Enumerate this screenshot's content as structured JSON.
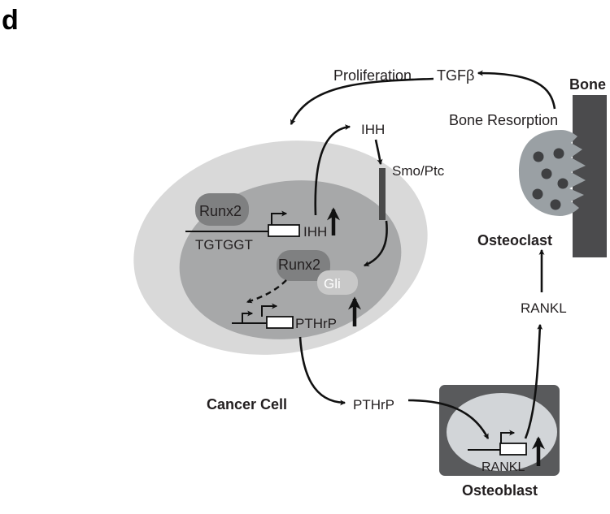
{
  "panel_label": "d",
  "labels": {
    "proliferation": "Proliferation",
    "tgfb": "TGFβ",
    "bone": "Bone",
    "bone_resorption": "Bone Resorption",
    "ihh_top": "IHH",
    "smo_ptc": "Smo/Ptc",
    "runx2_upper": "Runx2",
    "tgtggt": "TGTGGT",
    "ihh_gene": "IHH",
    "runx2_lower": "Runx2",
    "gli": "Gli",
    "pthrp_gene": "PTHrP",
    "osteoclast": "Osteoclast",
    "rankl_mid": "RANKL",
    "cancer_cell": "Cancer Cell",
    "pthrp_secreted": "PTHrP",
    "rankl_gene": "RANKL",
    "osteoblast": "Osteoblast"
  },
  "colors": {
    "cell_outer": "#d9d9d9",
    "cell_inner": "#a7a8a9",
    "runx2_blob": "#7f8081",
    "gli_blob": "#c8c8c8",
    "bone": "#4b4b4d",
    "osteoclast": "#9aa0a4",
    "osteoclast_dots": "#3f4042",
    "osteoblast_box": "#595a5c",
    "osteoblast_inner": "#d2d5d8",
    "receptor": "#4a4a4a",
    "arrow": "#111111"
  }
}
